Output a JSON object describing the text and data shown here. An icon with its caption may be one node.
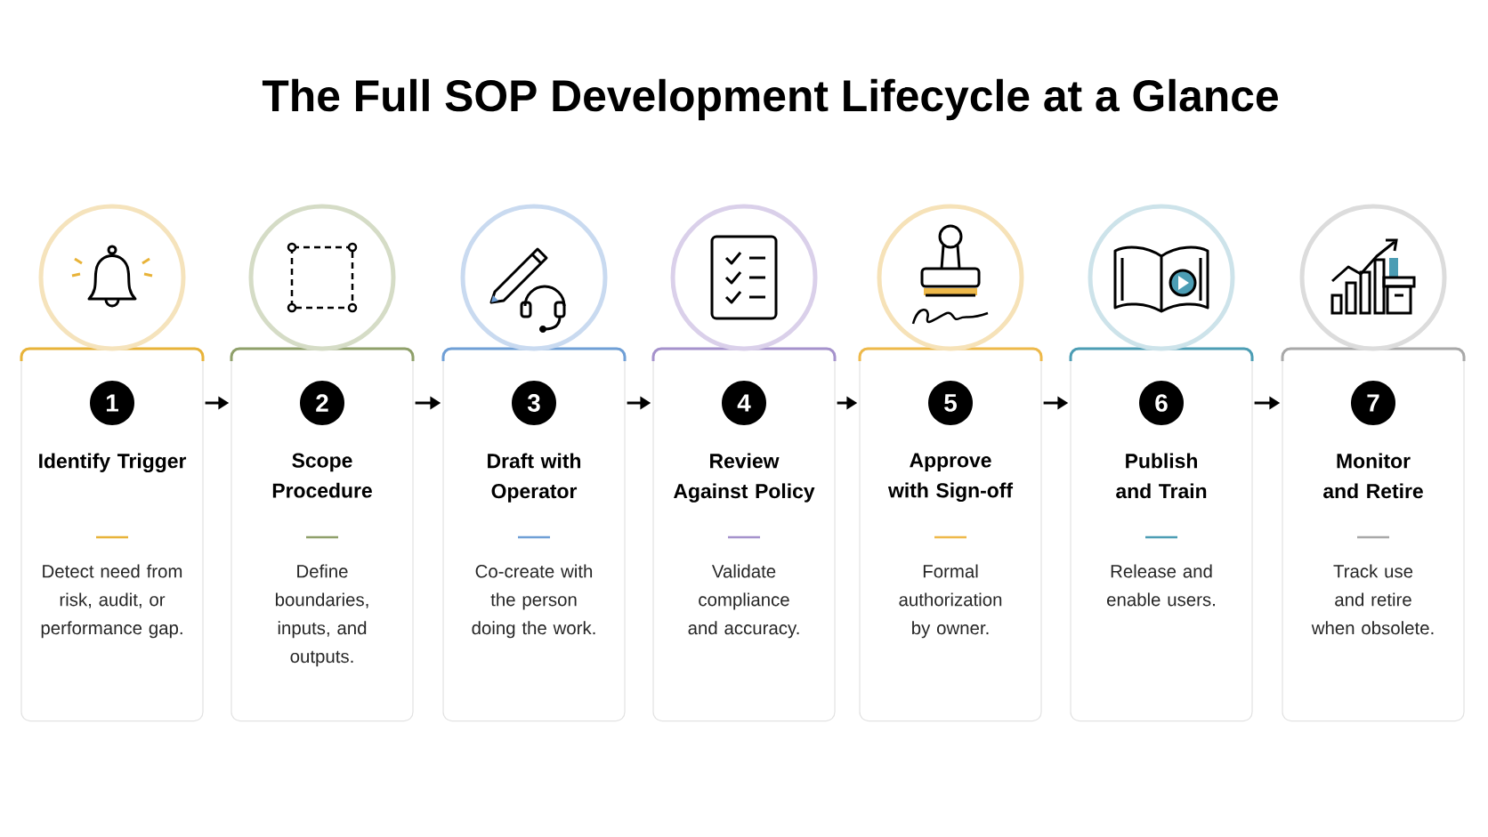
{
  "diagram": {
    "title": "The Full SOP Development Lifecycle at a Glance",
    "nodes": [
      {
        "text": [
          "1",
          "Identify Trigger",
          "Detect need from risk, audit, or performance gap."
        ]
      },
      {
        "text": [
          "2",
          "Scope Procedure",
          "Define boundaries, inputs, and outputs."
        ]
      },
      {
        "text": [
          "3",
          "Draft with Operator",
          "Co-create with the person doing the work."
        ]
      },
      {
        "text": [
          "4",
          "Review Against Policy",
          "Validate compliance and accuracy."
        ]
      },
      {
        "text": [
          "5",
          "Approve with Sign-off",
          "Formal authorization by owner."
        ]
      },
      {
        "text": [
          "6",
          "Publish and Train",
          "Release and enable users."
        ]
      },
      {
        "text": [
          "7",
          "Monitor and Retire",
          "Track use and retire when obsolete."
        ]
      }
    ],
    "edges": [
      {
        "from": 0,
        "to": 1,
        "arrow": "to"
      },
      {
        "from": 1,
        "to": 2,
        "arrow": "to"
      },
      {
        "from": 2,
        "to": 3,
        "arrow": "to"
      },
      {
        "from": 3,
        "to": 4,
        "arrow": "to"
      },
      {
        "from": 4,
        "to": 5,
        "arrow": "to"
      },
      {
        "from": 5,
        "to": 6,
        "arrow": "to"
      }
    ]
  }
}
